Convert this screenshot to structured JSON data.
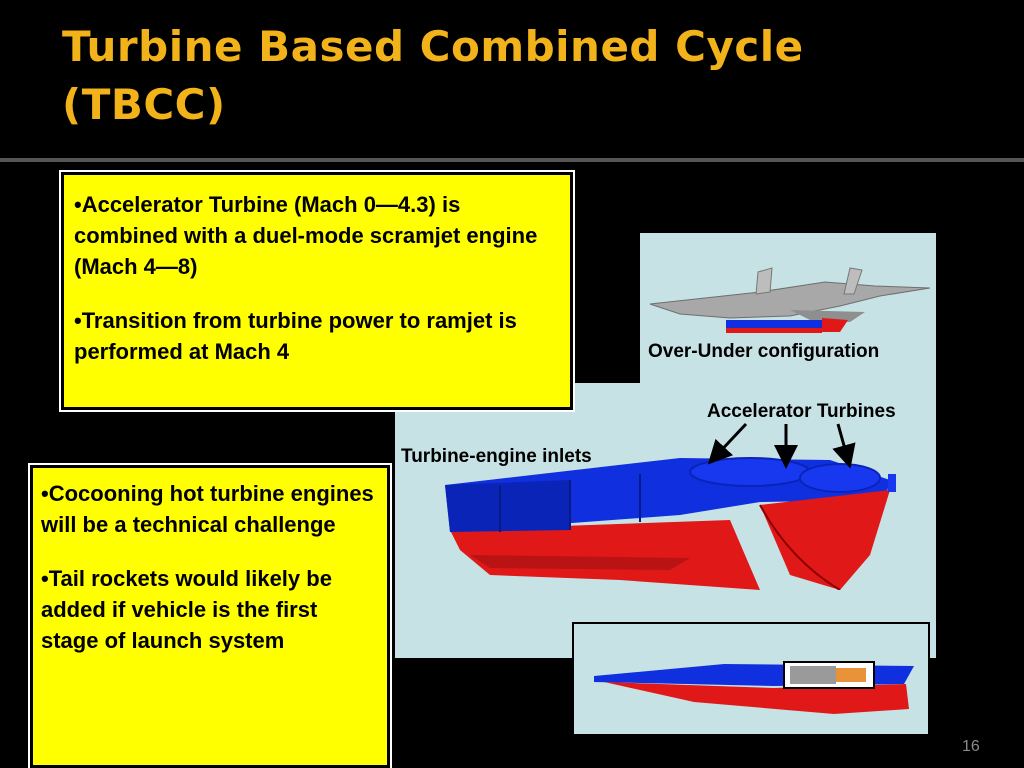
{
  "slide": {
    "title": "Turbine Based Combined Cycle (TBCC)",
    "page_number": "16"
  },
  "callouts": {
    "top": {
      "bullet1": "•Accelerator Turbine (Mach 0—4.3) is combined with a duel-mode scramjet engine (Mach 4—8)",
      "bullet2": "•Transition from turbine power to ramjet is performed at Mach 4"
    },
    "left": {
      "bullet1": "•Cocooning hot turbine engines will be a technical challenge",
      "bullet2": "•Tail rockets would likely be added if vehicle is the first stage of launch system"
    }
  },
  "labels": {
    "over_under": "Over-Under configuration",
    "accelerator_turbines": "Accelerator Turbines",
    "turbine_inlets": "Turbine-engine inlets"
  },
  "colors": {
    "title": "#F2B21A",
    "callout_fill": "#FFFF00",
    "panel": "#C7E2E5",
    "engine_blue": "#1030E0",
    "engine_red": "#E01818"
  }
}
